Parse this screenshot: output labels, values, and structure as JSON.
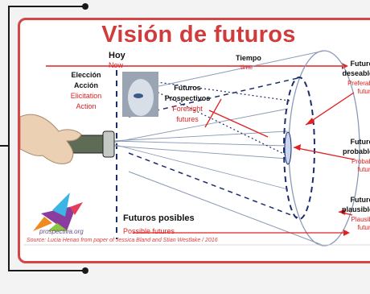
{
  "title": "Visión de futuros",
  "timeline": {
    "now_es": "Hoy",
    "now_en": "Now",
    "time_es": "Tiempo",
    "time_en": "time"
  },
  "left_labels": {
    "choice_es": "Elección",
    "action_es": "Acción",
    "elicitation_en": "Elicitation",
    "action_en": "Action"
  },
  "prospective": {
    "line1_es": "Futuros",
    "line2_es": "Prospectivos",
    "line1_en": "Foresight",
    "line2_en": "futures"
  },
  "right_labels": {
    "desirable": {
      "line1_es": "Futuros",
      "line2_es": "deseables",
      "line1_en": "Preferable",
      "line2_en": "futures"
    },
    "probable": {
      "line1_es": "Futuros",
      "line2_es": "probables",
      "line1_en": "Probable",
      "line2_en": "futures"
    },
    "plausible": {
      "line1_es": "Futuros",
      "line2_es": "plausibles",
      "line1_en": "Plausible",
      "line2_en": "futures"
    }
  },
  "possible": {
    "label_es": "Futuros posibles",
    "label_en": "Possible futures"
  },
  "logo_text": "prospectiva.org",
  "source": "Source: Lucia Henao from paper of Jessica Bland and Stian Westlake / 2016",
  "colors": {
    "accent": "#d23b3b",
    "label_red": "#e02020",
    "cone_stroke": "#8a9ab5",
    "ring_blue": "#1e2d6b"
  }
}
